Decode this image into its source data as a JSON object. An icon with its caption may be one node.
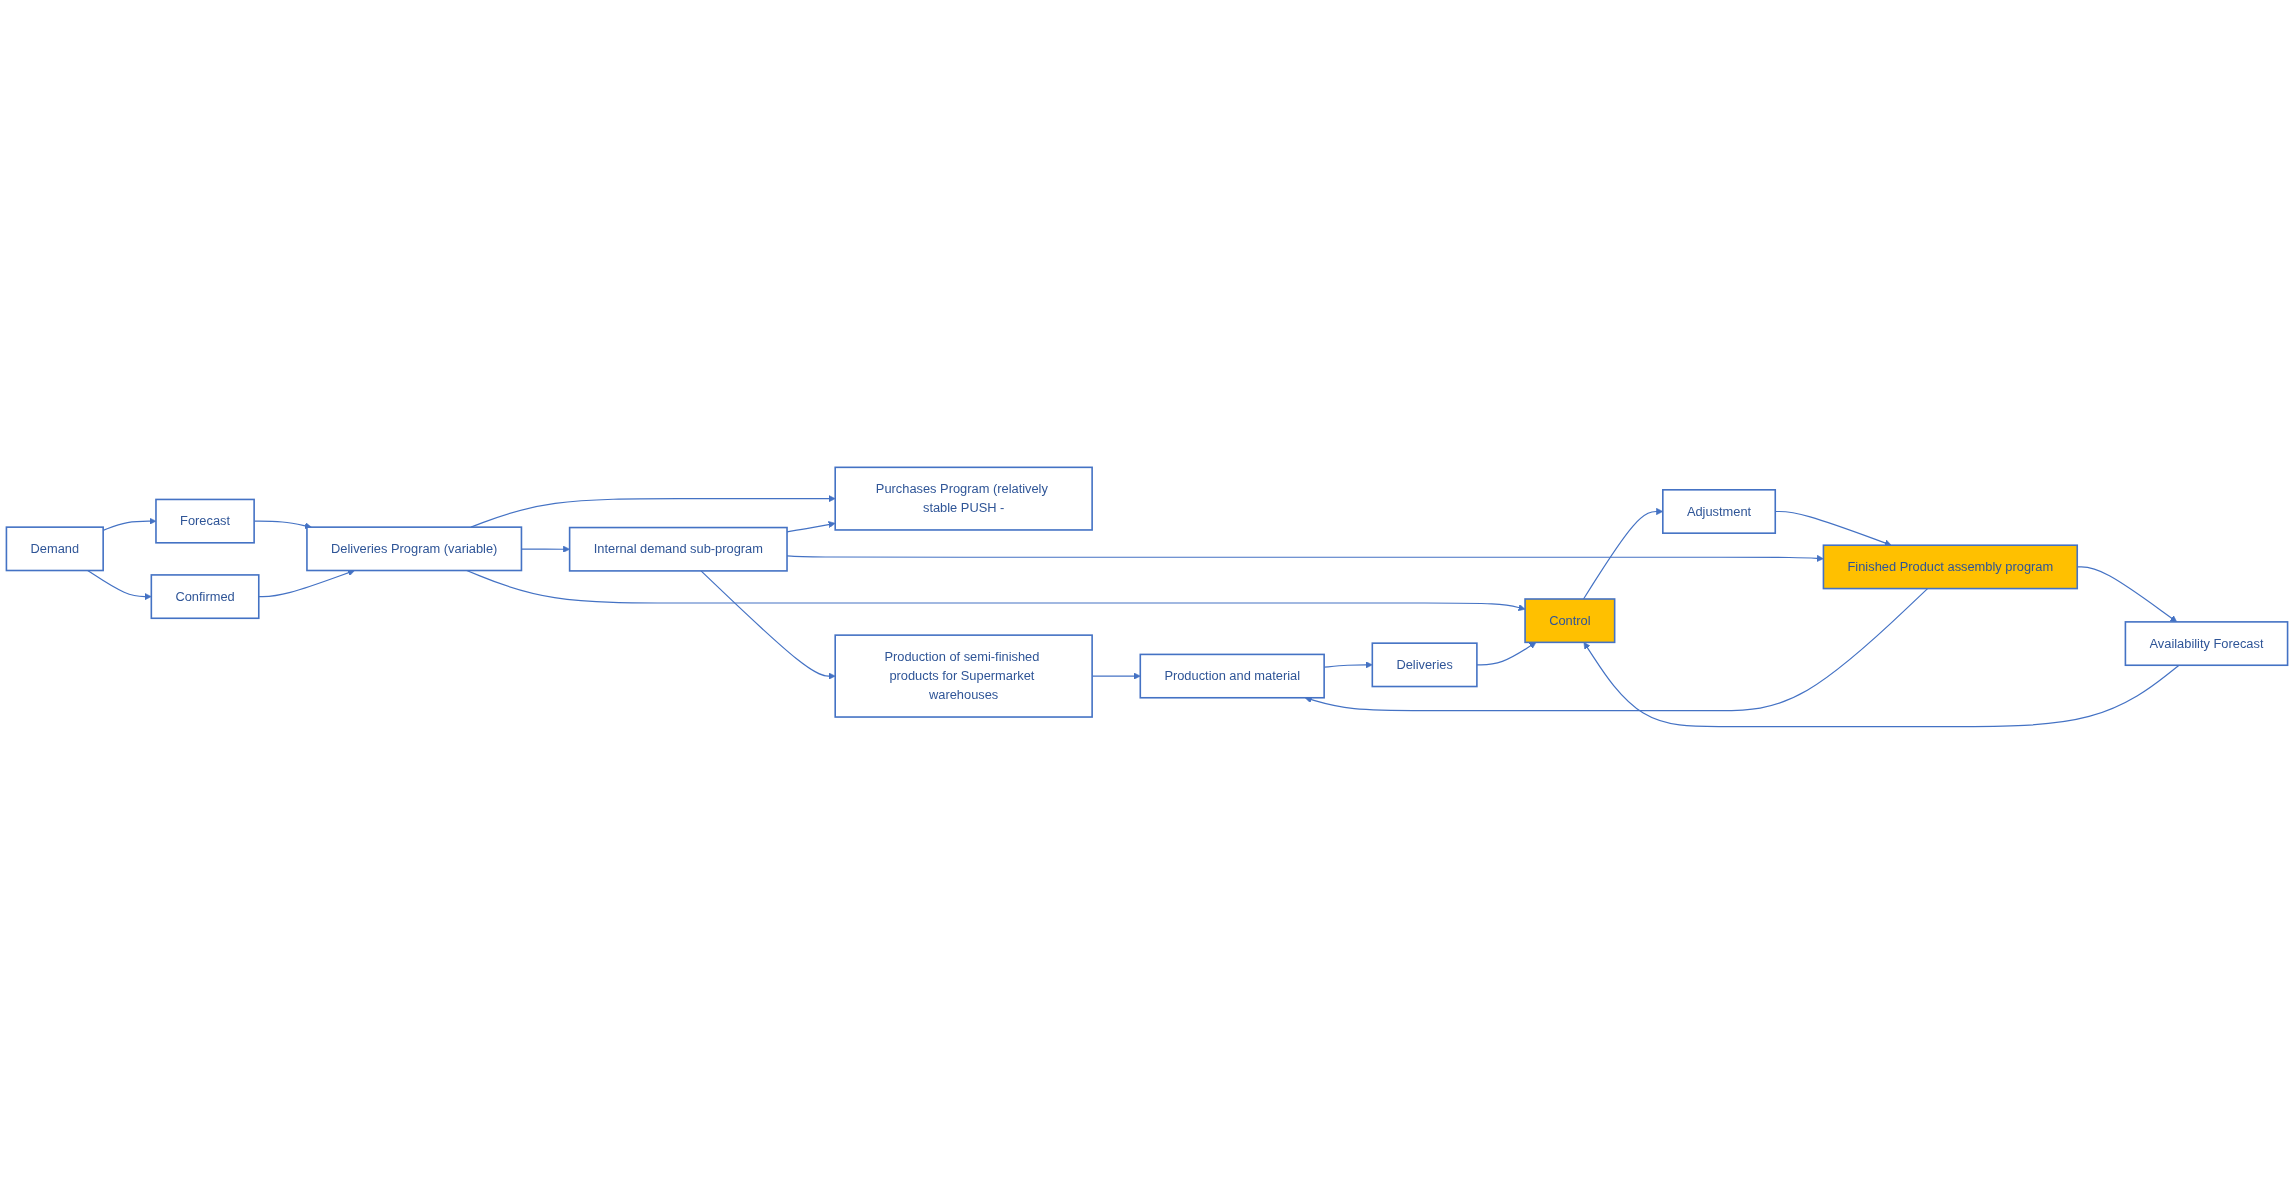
{
  "diagram": {
    "nodes": [
      {
        "text": [
          "Demand"
        ]
      },
      {
        "text": [
          "Forecast"
        ]
      },
      {
        "text": [
          "Confirmed"
        ]
      },
      {
        "text": [
          "Deliveries Program (variable)"
        ]
      },
      {
        "text": [
          "Purchases Program (relatively stable PUSH -"
        ]
      },
      {
        "text": [
          "Internal demand sub-program"
        ]
      },
      {
        "text": [
          "Control"
        ]
      },
      {
        "text": [
          "Adjustment"
        ]
      },
      {
        "text": [
          "Availability Forecast"
        ]
      },
      {
        "text": [
          "Production of semi-finished products for Supermarket warehouses"
        ]
      },
      {
        "text": [
          "Deliveries"
        ]
      },
      {
        "text": [
          "Production and material"
        ]
      },
      {
        "text": [
          "Finished Product assembly program"
        ]
      }
    ],
    "edges": [
      {
        "from": 0,
        "to": 1,
        "arrow": "to"
      },
      {
        "from": 0,
        "to": 2,
        "arrow": "to"
      },
      {
        "from": 1,
        "to": 3,
        "arrow": "to"
      },
      {
        "from": 2,
        "to": 3,
        "arrow": "to"
      },
      {
        "from": 3,
        "to": 4,
        "arrow": "to"
      },
      {
        "from": 3,
        "to": 5,
        "arrow": "to"
      },
      {
        "from": 3,
        "to": 6,
        "arrow": "to"
      },
      {
        "from": 6,
        "to": 7,
        "arrow": "to"
      },
      {
        "from": 7,
        "to": 12,
        "arrow": "to"
      },
      {
        "from": 5,
        "to": 4,
        "arrow": "to"
      },
      {
        "from": 5,
        "to": 9,
        "arrow": "to"
      },
      {
        "from": 5,
        "to": 12,
        "arrow": "to"
      },
      {
        "from": 9,
        "to": 11,
        "arrow": "to"
      },
      {
        "from": 12,
        "to": 11,
        "arrow": "to"
      },
      {
        "from": 12,
        "to": 8,
        "arrow": "to"
      },
      {
        "from": 8,
        "to": 6,
        "arrow": "to"
      },
      {
        "from": 10,
        "to": 6,
        "arrow": "to"
      },
      {
        "from": 11,
        "to": 10,
        "arrow": "to"
      }
    ]
  }
}
